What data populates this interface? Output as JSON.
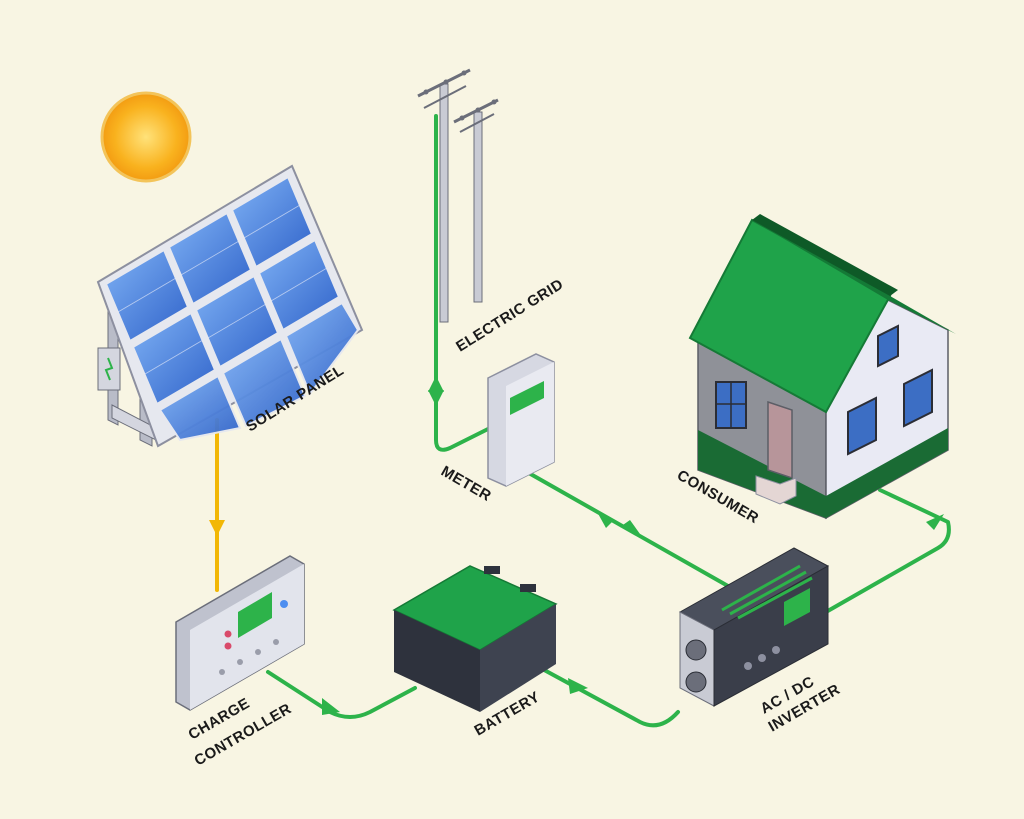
{
  "labels": {
    "solar_panel": "SOLAR PANEL",
    "electric_grid": "ELECTRIC GRID",
    "meter": "METER",
    "consumer": "CONSUMER",
    "charge_controller_1": "CHARGE",
    "charge_controller_2": "CONTROLLER",
    "battery": "BATTERY",
    "inverter_1": "AC / DC",
    "inverter_2": "INVERTER"
  },
  "colors": {
    "background": "#f8f5e3",
    "wire_green": "#2db34a",
    "wire_yellow": "#f2b705",
    "roof_green": "#1fa34a",
    "sun": "#f9b21e"
  }
}
